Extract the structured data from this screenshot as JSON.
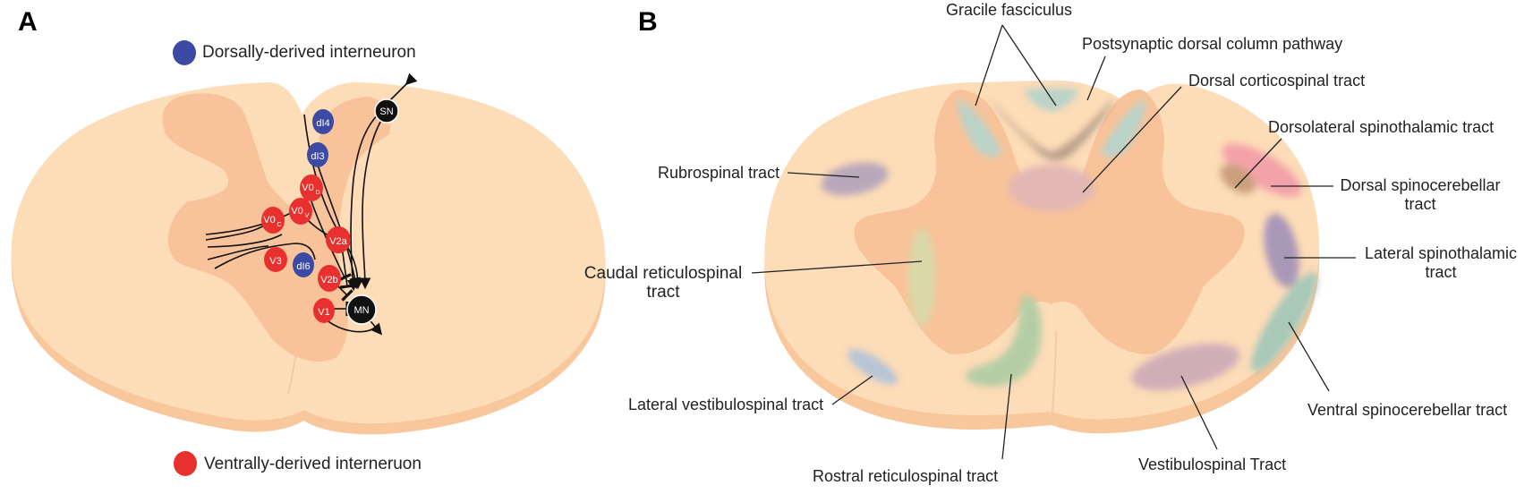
{
  "panel_a": {
    "letter": "A",
    "legend": [
      {
        "label": "Dorsally-derived interneuron",
        "color": "#3d4aa3"
      },
      {
        "label": "Ventrally-derived interneruon",
        "color": "#e8312e"
      }
    ],
    "neurons": {
      "sn": "SN",
      "dl4": "dI4",
      "dl3": "dI3",
      "v0d": "V0",
      "v0d_sub": "D",
      "v0c": "V0",
      "v0c_sub": "C",
      "v0v": "V0",
      "v0v_sub": "V",
      "v2a": "V2a",
      "v3": "V3",
      "dl6": "dI6",
      "v2b": "V2b",
      "v1": "V1",
      "mn": "MN"
    }
  },
  "panel_b": {
    "letter": "B",
    "labels": {
      "gracile": "Gracile fasciculus",
      "postsynaptic": "Postsynaptic dorsal column pathway",
      "dorsal_cst": "Dorsal corticospinal tract",
      "dorsolateral_stt": "Dorsolateral spinothalamic tract",
      "rubrospinal": "Rubrospinal tract",
      "dorsal_sct_1": "Dorsal spinocerebellar",
      "dorsal_sct_2": "tract",
      "caudal_rst_1": "Caudal reticulospinal",
      "caudal_rst_2": "tract",
      "lateral_stt_1": "Lateral spinothalamic",
      "lateral_stt_2": "tract",
      "lateral_vst": "Lateral vestibulospinal tract",
      "ventral_sct": "Ventral spinocerebellar tract",
      "rostral_rst": "Rostral reticulospinal tract",
      "vestibulospinal": "Vestibulospinal Tract"
    }
  },
  "colors": {
    "white_matter": "#fddcb8",
    "white_matter_edge": "#f8c79c",
    "gray_matter": "#f8c39a",
    "dorsal_neuron": "#3d4aa3",
    "ventral_neuron": "#e8312e",
    "black_neuron": "#111111"
  }
}
